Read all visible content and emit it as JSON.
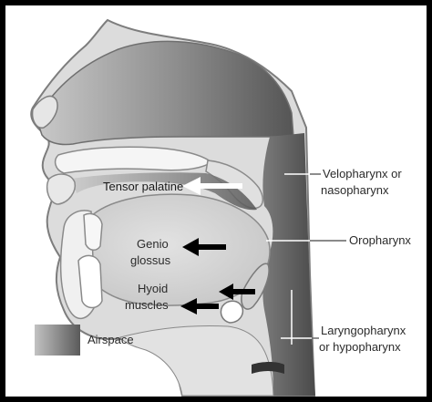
{
  "labels": {
    "tensor_palatine": "Tensor palatine",
    "genio_line1": "Genio",
    "genio_line2": "glossus",
    "hyoid_line1": "Hyoid",
    "hyoid_line2": "muscles",
    "velopharynx_line1": "Velopharynx or",
    "velopharynx_line2": "nasopharynx",
    "oropharynx": "Oropharynx",
    "laryngopharynx_line1": "Laryngopharynx",
    "laryngopharynx_line2": "or hypopharynx"
  },
  "legend": {
    "airspace_label": "Airspace"
  },
  "colors": {
    "border": "#000000",
    "airspace_dark": "#5a5a5a",
    "airspace_light": "#bdbdbd",
    "head_outline": "#8a8a8a",
    "tissue": "#d9d9d9",
    "tongue": "#cfcfcf",
    "arrow_white": "#ffffff",
    "arrow_black": "#000000"
  }
}
